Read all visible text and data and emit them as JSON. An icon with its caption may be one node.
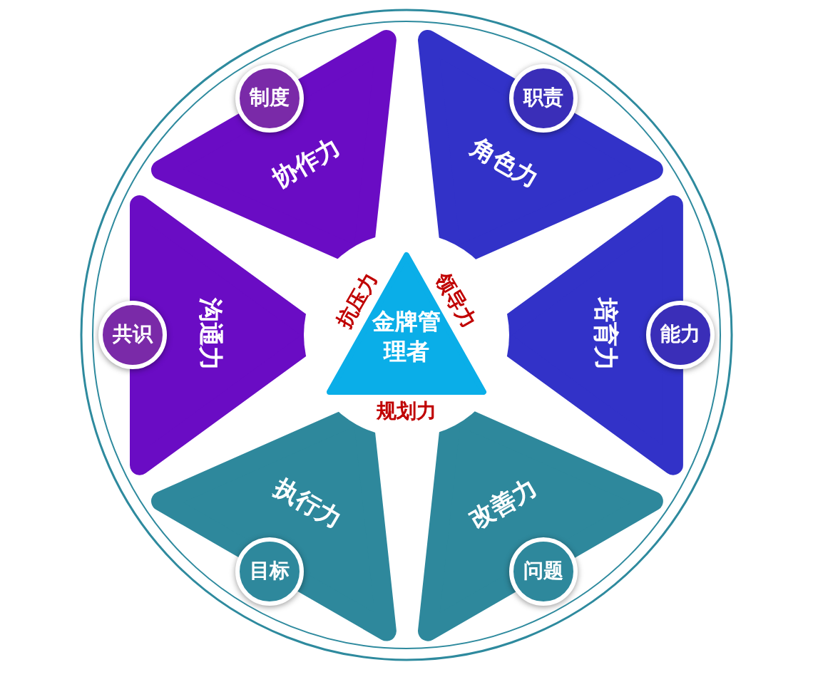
{
  "diagram": {
    "nodes": [
      {
        "text": [
          "抗压力",
          "领导力",
          "规划力"
        ]
      },
      {
        "text": [
          "金牌管理者"
        ],
        "in": 0
      },
      {
        "text": [
          "协作力"
        ]
      },
      {
        "text": [
          "制度"
        ]
      },
      {
        "text": [
          "角色力"
        ]
      },
      {
        "text": [
          "职责"
        ]
      },
      {
        "text": [
          "沟通力"
        ]
      },
      {
        "text": [
          "共识"
        ]
      },
      {
        "text": [
          "培育力"
        ]
      },
      {
        "text": [
          "能力"
        ]
      },
      {
        "text": [
          "执行力"
        ]
      },
      {
        "text": [
          "目标"
        ]
      },
      {
        "text": [
          "改善力"
        ]
      },
      {
        "text": [
          "问题"
        ]
      }
    ],
    "edges": []
  }
}
